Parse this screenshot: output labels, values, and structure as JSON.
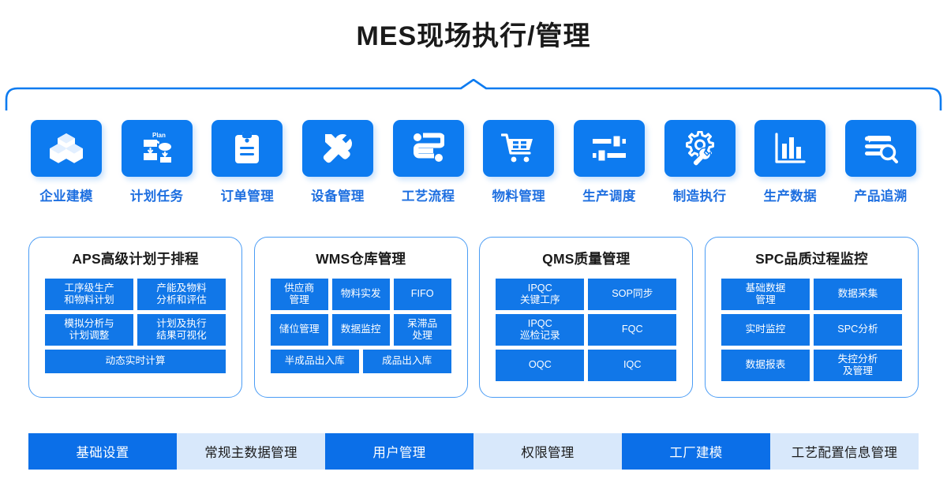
{
  "header": {
    "title": "MES现场执行/管理"
  },
  "modules": [
    {
      "label": "企业建模",
      "icon": "cubes-3d-icon"
    },
    {
      "label": "计划任务",
      "icon": "plan-flowchart-icon"
    },
    {
      "label": "订单管理",
      "icon": "clipboard-icon"
    },
    {
      "label": "设备管理",
      "icon": "wrench-screwdriver-icon"
    },
    {
      "label": "工艺流程",
      "icon": "process-flow-icon"
    },
    {
      "label": "物料管理",
      "icon": "shopping-cart-icon"
    },
    {
      "label": "生产调度",
      "icon": "sliders-icon"
    },
    {
      "label": "制造执行",
      "icon": "gear-wrench-icon"
    },
    {
      "label": "生产数据",
      "icon": "bar-chart-icon"
    },
    {
      "label": "产品追溯",
      "icon": "document-search-icon"
    }
  ],
  "panels": [
    {
      "title": "APS高级计划于排程",
      "layout": "aps",
      "cells": [
        "工序级生产\n和物料计划",
        "产能及物料\n分析和评估",
        "模拟分析与\n计划调整",
        "计划及执行\n结果可视化",
        "动态实时计算"
      ]
    },
    {
      "title": "WMS仓库管理",
      "layout": "wms",
      "cells": [
        "供应商\n管理",
        "物料实发",
        "FIFO",
        "储位管理",
        "数据监控",
        "呆滞品\n处理",
        "半成品出入库",
        "成品出入库"
      ]
    },
    {
      "title": "QMS质量管理",
      "layout": "grid2x3",
      "cells": [
        "IPQC\n关键工序",
        "SOP同步",
        "IPQC\n巡检记录",
        "FQC",
        "OQC",
        "IQC"
      ]
    },
    {
      "title": "SPC品质过程监控",
      "layout": "grid2x3",
      "cells": [
        "基础数据\n管理",
        "数据采集",
        "实时监控",
        "SPC分析",
        "数据报表",
        "失控分析\n及管理"
      ]
    }
  ],
  "bottom_bar": [
    {
      "label": "基础设置",
      "active": true
    },
    {
      "label": "常规主数据管理",
      "active": false
    },
    {
      "label": "用户管理",
      "active": true
    },
    {
      "label": "权限管理",
      "active": false
    },
    {
      "label": "工厂建模",
      "active": true
    },
    {
      "label": "工艺配置信息管理",
      "active": false
    }
  ],
  "colors": {
    "primary_blue": "#0d7bf0",
    "cell_blue": "#1177e8",
    "bar_active": "#0b6fe8",
    "bar_inactive": "#d8e8fb",
    "label_blue": "#1e6fe0",
    "panel_border": "#4a9cf5",
    "title_black": "#1a1a1a"
  }
}
